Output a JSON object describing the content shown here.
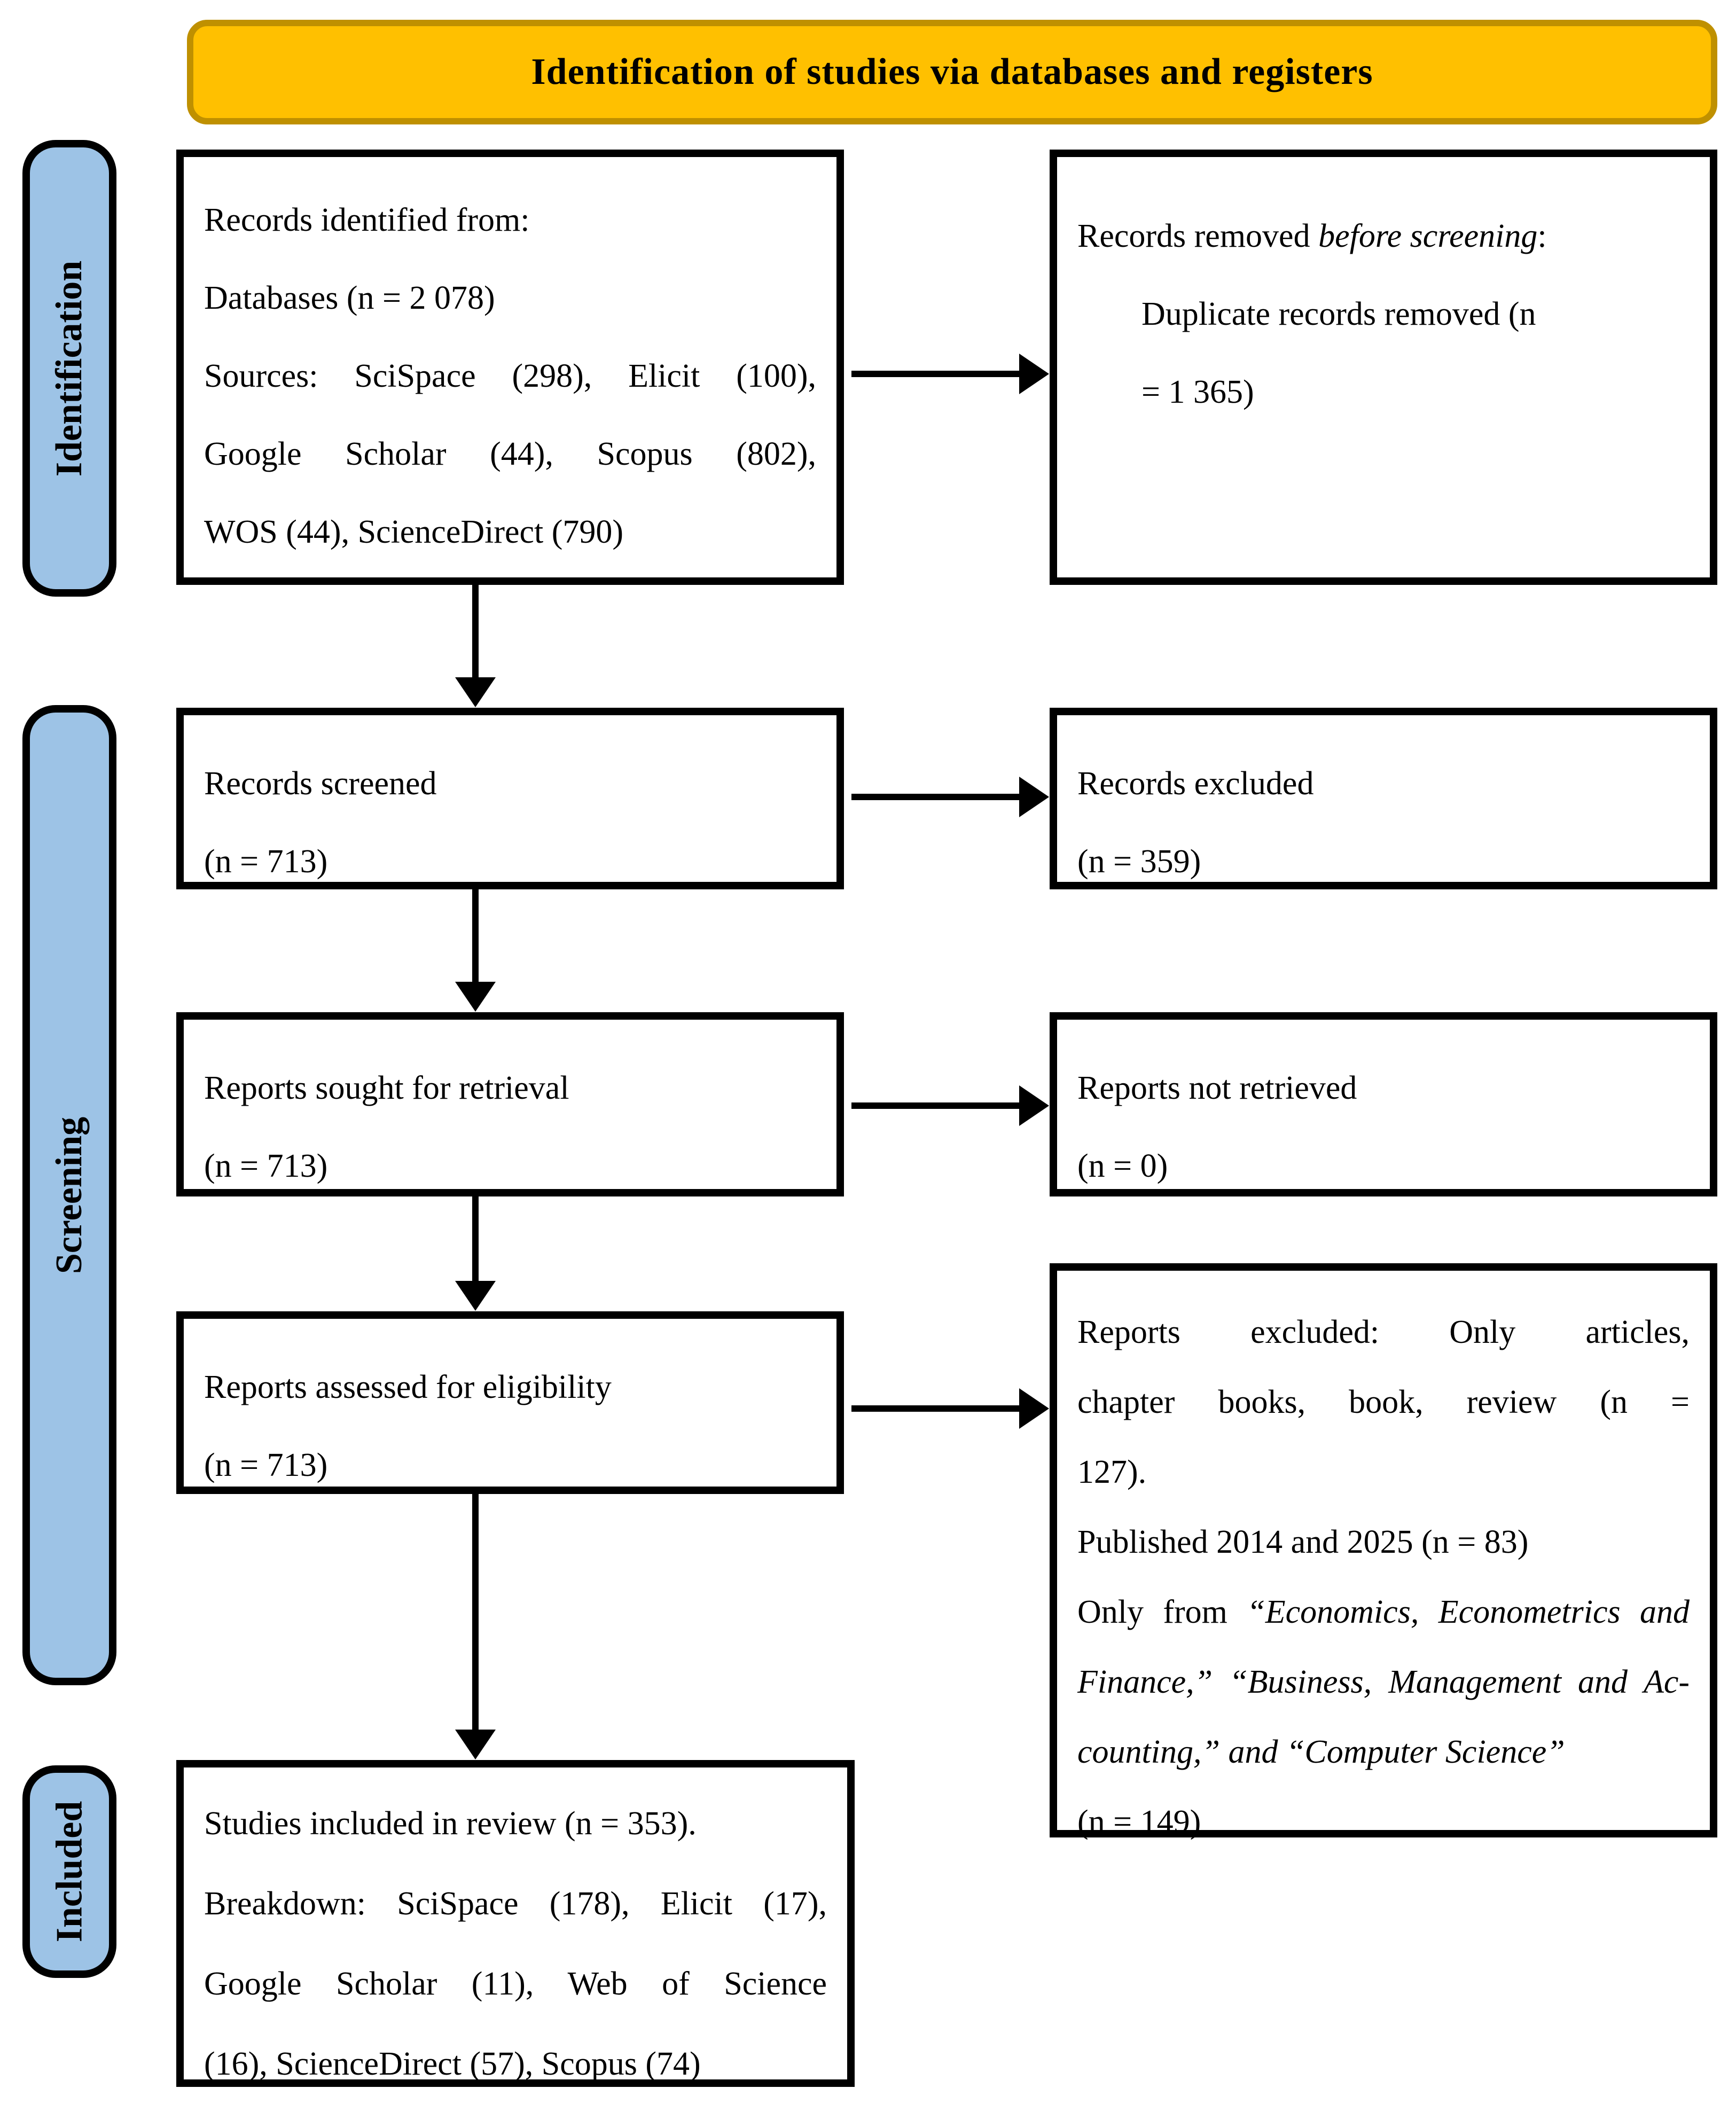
{
  "banner": {
    "title": "Identification of studies via databases and registers"
  },
  "stages": {
    "identification": "Identification",
    "screening": "Screening",
    "included": "Included"
  },
  "boxes": {
    "records_identified": {
      "lines": [
        "Records identified from:",
        "Databases (n = 2 078)",
        "Sources: SciSpace (298), Elicit (100),",
        "Google Scholar (44), Scopus (802),",
        "WOS (44), ScienceDirect (790)"
      ]
    },
    "records_removed": {
      "line1_prefix": "Records removed ",
      "line1_italic": "before screening",
      "line1_suffix": ":",
      "line2": "Duplicate records removed (n",
      "line3": "= 1 365)"
    },
    "records_screened": {
      "lines": [
        "Records screened",
        "(n = 713)"
      ]
    },
    "records_excluded": {
      "lines": [
        "Records excluded",
        "(n = 359)"
      ]
    },
    "reports_sought": {
      "lines": [
        "Reports sought for retrieval",
        "(n = 713)"
      ]
    },
    "reports_not_retrieved": {
      "lines": [
        "Reports not retrieved",
        "(n = 0)"
      ]
    },
    "reports_assessed": {
      "lines": [
        "Reports assessed for eligibility",
        "(n = 713)"
      ]
    },
    "reports_excluded": {
      "line1": "Reports excluded: Only articles,",
      "line2": "chapter books, book, review (n =",
      "line3": "127).",
      "line4": "Published 2014 and 2025 (n = 83)",
      "line5_prefix": "Only from ",
      "line5_italic": "“Economics, Econometrics and",
      "line6_italic": "Finance,” “Business, Management and Ac-",
      "line7_italic": "counting,” and “Computer Science”",
      "line8": "(n = 149)"
    },
    "studies_included": {
      "lines": [
        "Studies included in review (n = 353).",
        "Breakdown: SciSpace (178), Elicit (17),",
        "Google Scholar (11), Web of Science",
        "(16), ScienceDirect (57), Scopus (74)"
      ]
    }
  },
  "colors": {
    "banner_fill": "#FFC000",
    "banner_border": "#BF9000",
    "stage_fill": "#9DC3E6",
    "box_border": "#000000"
  }
}
